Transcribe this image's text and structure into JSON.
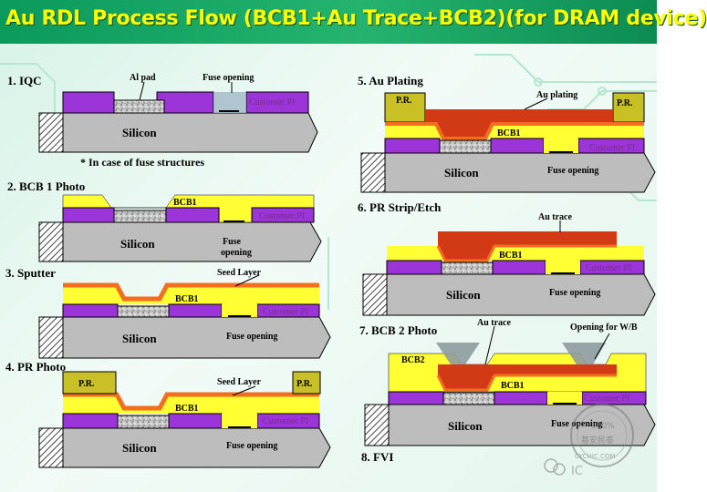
{
  "title": "Au RDL Process Flow (BCB1+Au Trace+BCB2)(for DRAM device)",
  "colors": {
    "silicon": "#bdbdbd",
    "customer_pi": "#9b35d9",
    "al_pad": "#c8c8c8",
    "bcb": "#ffff33",
    "seed_layer": "#f36e1f",
    "photoresist": "#c9c026",
    "au": "#d23a15",
    "hatch": "#555555"
  },
  "labels": {
    "silicon": "Silicon",
    "customer_pi": "Customer PI",
    "al_pad": "Al pad",
    "fuse_opening": "Fuse opening",
    "fuse": "Fuse",
    "opening": "opening",
    "bcb1": "BCB1",
    "bcb2": "BCB2",
    "seed_layer": "Seed Layer",
    "pr": "P.R.",
    "au_plating": "Au plating",
    "au_trace": "Au trace",
    "opening_wb": "Opening for W/B",
    "fuse_note": "* In case of fuse structures"
  },
  "steps": {
    "s1": "1. IQC",
    "s2": "2. BCB 1 Photo",
    "s3": "3. Sputter",
    "s4": "4. PR Photo",
    "s5": "5. Au Plating",
    "s6": "6. PR Strip/Etch",
    "s7": "7. BCB 2 Photo",
    "s8": "8. FVI"
  },
  "watermark": {
    "stamp_text": "CYCHIC.COM",
    "stamp_percent": "100%",
    "stamp_chars": "基安民泰",
    "brand": "IC"
  }
}
